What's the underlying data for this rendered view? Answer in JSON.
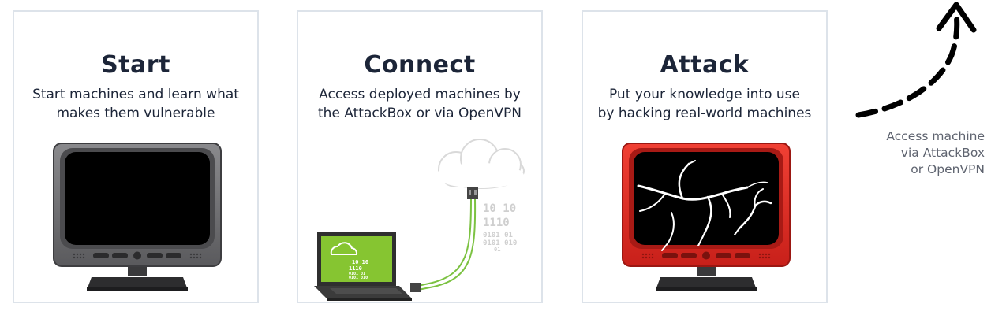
{
  "cards": [
    {
      "title": "Start",
      "description": "Start machines and learn what\nmakes them vulnerable",
      "illustration": "monitor-icon"
    },
    {
      "title": "Connect",
      "description": "Access deployed machines by\nthe AttackBox or via OpenVPN",
      "illustration": "laptop-cloud-icon",
      "laptop_screen_text": [
        "10  10",
        "1110",
        "0101 01",
        "0101  010"
      ],
      "binary_text": [
        "10   10",
        "1110",
        "0101  01",
        "0101  010",
        "01"
      ]
    },
    {
      "title": "Attack",
      "description": "Put your knowledge into use\nby hacking real-world machines",
      "illustration": "cracked-monitor-icon"
    }
  ],
  "side_note": {
    "text": "Access machine\nvia AttackBox\nor OpenVPN",
    "arrow_icon": "dashed-arrow-up-icon"
  },
  "colors": {
    "title": "#1c2538",
    "border": "#dde3ea",
    "monitor_gray": "#6f6f72",
    "monitor_red": "#e5261f",
    "laptop_green": "#86c531",
    "side_text": "#5f6470"
  }
}
